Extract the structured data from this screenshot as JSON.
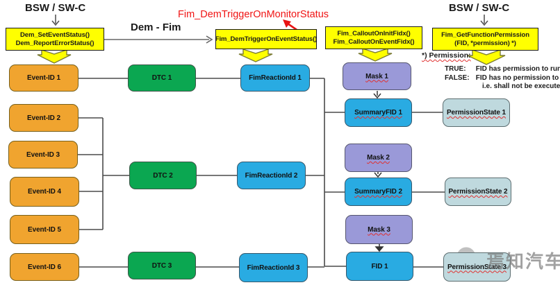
{
  "headers": {
    "bsw_left": "BSW / SW-C",
    "bsw_right": "BSW / SW-C",
    "dem_fim": "Dem - Fim"
  },
  "annotation": {
    "text": "Fim_DemTriggerOnMonitorStatus",
    "color": "#F01414"
  },
  "function_boxes": {
    "dem_set": {
      "line1": "Dem_SetEventStatus()",
      "line2": "Dem_ReportErrorStatus()"
    },
    "fim_trigger": {
      "line1": "Fim_DemTriggerOnEventStatus()"
    },
    "fim_callout": {
      "line1": "Fim_CalloutOnInitFidx()",
      "line2": "Fim_CalloutOnEventFidx()"
    },
    "fim_getperm": {
      "line1": "Fim_GetFunctionPermission",
      "line2": "(FID, *permission)  *)"
    }
  },
  "permission_note": {
    "label": "*) Permission:",
    "true_key": "TRUE:",
    "true_text": "FID has permission to run",
    "false_key": "FALSE:",
    "false_text": "FID has no permission to run,",
    "false_text2": "i.e. shall not be executed"
  },
  "nodes": {
    "events": [
      "Event-ID 1",
      "Event-ID 2",
      "Event-ID 3",
      "Event-ID 4",
      "Event-ID 5",
      "Event-ID 6"
    ],
    "dtcs": [
      "DTC 1",
      "DTC 2",
      "DTC 3"
    ],
    "reactions": [
      "FimReactionId 1",
      "FimReactionId 2",
      "FimReactionId 3"
    ],
    "masks": [
      "Mask 1",
      "Mask 2",
      "Mask 3"
    ],
    "summary_fids": [
      "SummaryFID 1",
      "SummaryFID 2",
      "FID 1"
    ],
    "permission_states": [
      "PermissionState 1",
      "PermissionState 2",
      "PermissionState 3"
    ]
  },
  "colors": {
    "event_box": "#F0A42F",
    "dtc_box": "#0BA751",
    "reaction_box": "#29ABE2",
    "mask_box": "#9A99D8",
    "permission_state_box": "#BFD9DE",
    "function_box": "#FFFF00",
    "annotation_red": "#F01414",
    "connector_line": "#4a4a4a"
  },
  "watermark": {
    "text": "焉知汽车",
    "icon": "wechat-bubbles-icon"
  }
}
